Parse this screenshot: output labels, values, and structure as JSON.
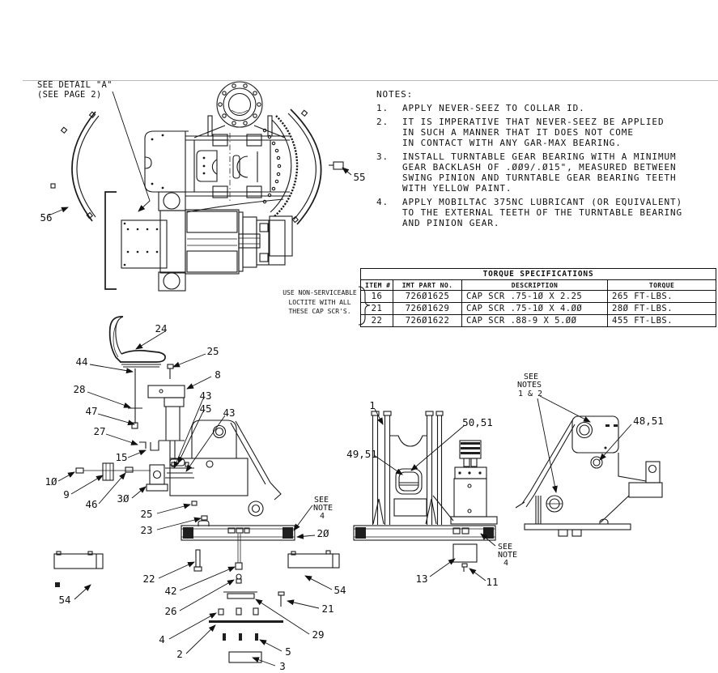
{
  "page": {
    "see_detail_label": "SEE DETAIL \"A\"\n(SEE PAGE 2)",
    "notes": {
      "title": "NOTES:",
      "items": [
        {
          "num": "1.",
          "text": "APPLY NEVER-SEEZ TO COLLAR ID."
        },
        {
          "num": "2.",
          "text": "IT IS IMPERATIVE THAT NEVER-SEEZ BE APPLIED\nIN SUCH A MANNER THAT IT DOES NOT COME\nIN CONTACT WITH ANY GAR-MAX BEARING."
        },
        {
          "num": "3.",
          "text": "INSTALL TURNTABLE GEAR BEARING WITH A MINIMUM\nGEAR BACKLASH OF .ØØ9/.Ø15\", MEASURED BETWEEN\nSWING PINION AND TURNTABLE GEAR BEARING TEETH\nWITH YELLOW PAINT."
        },
        {
          "num": "4.",
          "text": "APPLY MOBILTAC 375NC LUBRICANT (OR EQUIVALENT)\nTO THE EXTERNAL TEETH OF THE TURNTABLE BEARING\nAND PINION GEAR."
        }
      ]
    },
    "torque_table": {
      "title": "TORQUE SPECIFICATIONS",
      "headers": [
        "ITEM #",
        "IMT PART NO.",
        "DESCRIPTION",
        "TORQUE"
      ],
      "rows": [
        [
          "16",
          "726Ø1625",
          "CAP SCR .75-1Ø X 2.25",
          "265 FT-LBS."
        ],
        [
          "21",
          "726Ø1629",
          "CAP SCR .75-1Ø X 4.ØØ",
          "28Ø FT-LBS."
        ],
        [
          "22",
          "726Ø1622",
          "CAP SCR .88-9 X 5.ØØ",
          "455 FT-LBS."
        ]
      ],
      "side_note": "USE NON-SERVICEABLE\nLOCTITE WITH ALL\nTHESE CAP SCR'S."
    },
    "callouts": {
      "c55": "55",
      "c56": "56",
      "c24": "24",
      "c25a": "25",
      "c8": "8",
      "c44": "44",
      "c28": "28",
      "c47": "47",
      "c27": "27",
      "c15": "15",
      "c10": "1Ø",
      "c9": "9",
      "c46": "46",
      "c30": "3Ø",
      "c43a": "43",
      "c45": "45",
      "c43b": "43",
      "c25b": "25",
      "c23": "23",
      "c22": "22",
      "c42": "42",
      "c26": "26",
      "c4": "4",
      "c2": "2",
      "c54a": "54",
      "c54b": "54",
      "c21": "21",
      "c29": "29",
      "c5": "5",
      "c3": "3",
      "c20": "2Ø",
      "c1": "1",
      "c49_51": "49,51",
      "c50_51": "50,51",
      "c13": "13",
      "c11": "11",
      "c48_51": "48,51",
      "see_note_4": {
        "l1": "SEE",
        "l2": "NOTE",
        "l3": "4"
      },
      "see_notes_1_2": {
        "l1": "SEE",
        "l2": "NOTES",
        "l3": "1 & 2"
      }
    }
  }
}
